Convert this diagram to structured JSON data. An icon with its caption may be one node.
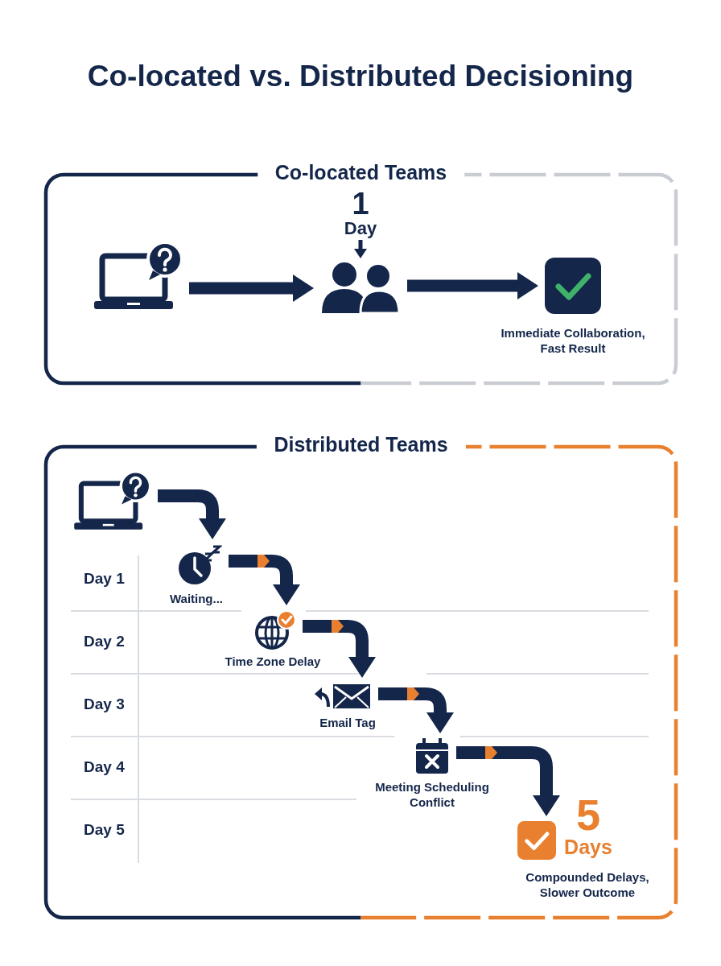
{
  "diagram": {
    "title": "Co-located vs. Distributed Decisioning",
    "nodes": [
      {
        "text": [
          "Co-located Teams"
        ]
      },
      {
        "text": [],
        "shape": "laptop",
        "in": 0
      },
      {
        "text": [],
        "shape": "people",
        "in": 0
      },
      {
        "text": [
          "1 Day"
        ],
        "in": 0
      },
      {
        "text": [],
        "shape": "checkbox",
        "in": 0,
        "beside": [
          "Immediate Collaboration, Fast Result"
        ]
      },
      {
        "text": [
          "Distributed Teams"
        ]
      },
      {
        "text": [],
        "shape": "laptop",
        "in": 5
      },
      {
        "text": [],
        "shape": "clock",
        "in": 5,
        "beside": [
          "Waiting..."
        ]
      },
      {
        "text": [],
        "shape": "globe",
        "in": 5,
        "beside": [
          "Time Zone Delay"
        ]
      },
      {
        "text": [],
        "shape": "envelope",
        "in": 5,
        "beside": [
          "Email Tag"
        ]
      },
      {
        "text": [],
        "shape": "calendar",
        "in": 5,
        "beside": [
          "Meeting Scheduling Conflict"
        ]
      },
      {
        "text": [],
        "shape": "checkbox",
        "in": 5,
        "beside": [
          "5 Days",
          "Compounded Delays, Slower Outcome"
        ]
      }
    ],
    "edges": [
      {
        "from": 1,
        "to": 2,
        "arrow": "to"
      },
      {
        "from": 3,
        "to": 2,
        "arrow": "to"
      },
      {
        "from": 2,
        "to": 4,
        "arrow": "to"
      },
      {
        "from": 6,
        "to": 7,
        "arrow": "to"
      },
      {
        "from": 7,
        "to": 8,
        "arrow": "to"
      },
      {
        "from": 8,
        "to": 9,
        "arrow": "to"
      },
      {
        "from": 9,
        "to": 10,
        "arrow": "to"
      },
      {
        "from": 10,
        "to": 11,
        "arrow": "to"
      }
    ],
    "labels": [
      "Day 1",
      "Day 2",
      "Day 3",
      "Day 4",
      "Day 5"
    ]
  }
}
